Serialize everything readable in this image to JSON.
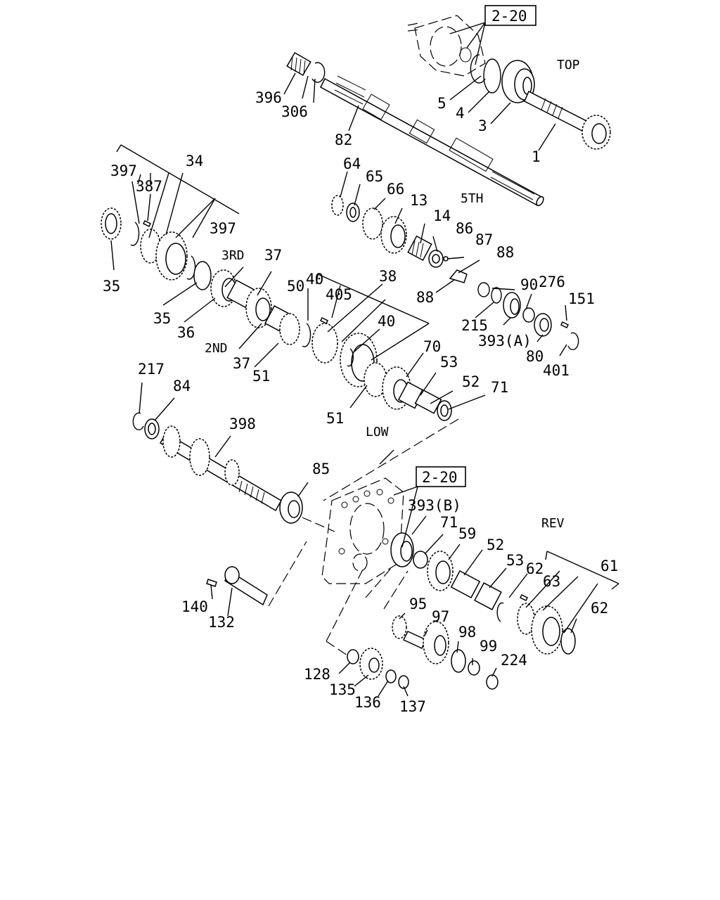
{
  "section_labels": {
    "top": "TOP",
    "fifth": "5TH",
    "third": "3RD",
    "second": "2ND",
    "low": "LOW",
    "rev": "REV"
  },
  "ref_boxes": [
    "2-20",
    "2-20"
  ],
  "part_numbers": {
    "p396": "396",
    "p306": "306",
    "p82": "82",
    "p5": "5",
    "p4": "4",
    "p3": "3",
    "p1": "1",
    "p34": "34",
    "p397a": "397",
    "p387": "387",
    "p397b": "397",
    "p35a": "35",
    "p35b": "35",
    "p36": "36",
    "p37a": "37",
    "p37b": "37",
    "p50": "50",
    "p51a": "51",
    "p51b": "51",
    "p40a": "40",
    "p40b": "40",
    "p405": "405",
    "p38": "38",
    "p70": "70",
    "p53a": "53",
    "p52a": "52",
    "p71a": "71",
    "p64": "64",
    "p65": "65",
    "p66": "66",
    "p13": "13",
    "p14": "14",
    "p86": "86",
    "p87": "87",
    "p88a": "88",
    "p88b": "88",
    "p90": "90",
    "p276": "276",
    "p151": "151",
    "p215": "215",
    "p393a": "393(A)",
    "p80": "80",
    "p401": "401",
    "p217": "217",
    "p84": "84",
    "p398": "398",
    "p85": "85",
    "p393b": "393(B)",
    "p71b": "71",
    "p59": "59",
    "p52b": "52",
    "p53b": "53",
    "p62a": "62",
    "p63": "63",
    "p61": "61",
    "p62b": "62",
    "p140": "140",
    "p132": "132",
    "p95": "95",
    "p97": "97",
    "p98": "98",
    "p99": "99",
    "p224": "224",
    "p128": "128",
    "p135": "135",
    "p136": "136",
    "p137": "137"
  }
}
